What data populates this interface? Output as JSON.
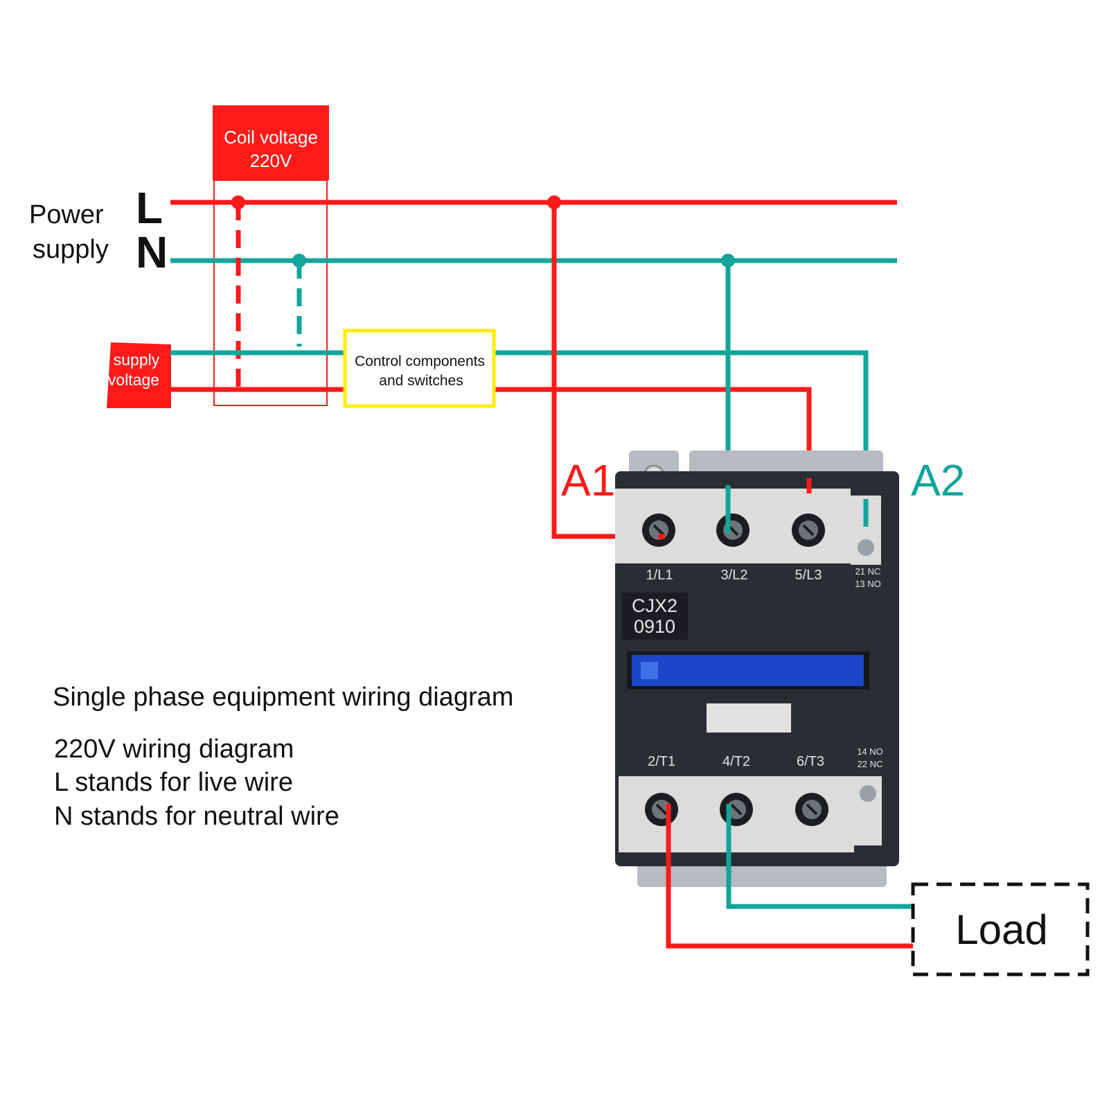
{
  "power_supply": {
    "label_line1": "Power",
    "label_line2": "supply",
    "live_letter": "L",
    "neutral_letter": "N"
  },
  "coil_voltage": {
    "line1": "Coil voltage",
    "line2": "220V"
  },
  "supply_voltage": {
    "line1": "supply",
    "line2": "voltage"
  },
  "control_box": {
    "line1": "Control components",
    "line2": "and switches"
  },
  "coil_terminals": {
    "a1": "A1",
    "a2": "A2"
  },
  "contactor": {
    "model_line1": "CJX2",
    "model_line2": "0910",
    "top_terminals": [
      "1/L1",
      "3/L2",
      "5/L3"
    ],
    "bottom_terminals": [
      "2/T1",
      "4/T2",
      "6/T3"
    ],
    "aux_top_1": "21 NC",
    "aux_top_2": "13 NO",
    "aux_bottom_1": "14 NO",
    "aux_bottom_2": "22 NC"
  },
  "load": {
    "label": "Load"
  },
  "caption": {
    "title": "Single phase equipment wiring diagram",
    "line1": "220V wiring diagram",
    "line2": "L stands for live wire",
    "line3": "N stands for neutral wire"
  },
  "colors": {
    "live": "#ff1a1a",
    "neutral": "#13a59a",
    "control_box_border": "#ffee00",
    "contactor_body": "#2a2d33",
    "terminal_cover": "#dcdcdc",
    "armature": "#1a46c8"
  }
}
